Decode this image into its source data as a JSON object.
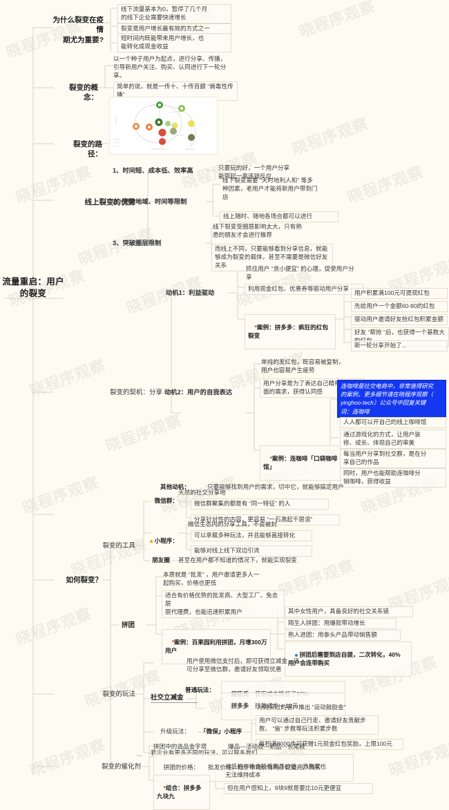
{
  "root": {
    "title": "流量重启：用户\n的裂变"
  },
  "branches": {
    "b1": {
      "label": "为什么裂变在疫情\n期尤为重要?"
    },
    "b2": {
      "label": "裂变的概念："
    },
    "b3": {
      "label": "裂变的路径："
    },
    "b4": {
      "label": "线上裂变的优势"
    },
    "b5": {
      "label": "裂变的契机：分享"
    },
    "b6": {
      "label": "裂变的工具"
    },
    "b7": {
      "label": "如何裂变？"
    },
    "b8": {
      "label": "裂变的玩法"
    },
    "b9": {
      "label": "裂变的催化剂"
    }
  },
  "why": {
    "items": [
      "线下流量基本为0，暂停了几个月\n的线下企业需要快速增长",
      "裂变是用户增长最有效的方式之一",
      "短时间内既能带来用户增长，也\n能转化成现金收益"
    ]
  },
  "concept": {
    "items": [
      "以一个种子用户为起点，进行分享、传播，\n引导新用户关注、购买、认同进行下一轮分\n享。",
      "简单的说，就是一传十、十传百额 “病毒性传\n播”"
    ]
  },
  "advantage": {
    "items": [
      {
        "title": "1、时间短、成本低、效率高",
        "notes": [
          "只要玩的好，一个用户分享\n能带起一串连锁反应"
        ]
      },
      {
        "title": "2、突破地域、时间等限制",
        "notes": [
          "线下裂变需要 “天时地利人和” 等多\n种因素，老用户才能将新用户带到门\n店",
          "线上随时、随地各场合都可以进行"
        ]
      },
      {
        "title": "3、突破圈层限制",
        "notes": [
          "线下裂变受圈层影响太大，只有熟\n悉的朋友才会进行推荐",
          "而线上不同，只要能够看到分享信息，就能\n够成为裂变的载体，甚至不需要是微信好友\n关系"
        ]
      }
    ]
  },
  "motive1": {
    "label": "动机1：利益驱动",
    "notes": [
      "抓住用户 “贪小便宜” 的心理，促使用户分\n享",
      "利用现金红包、优惠券等驱动用户分享"
    ],
    "case": {
      "label": "案例：拼多多：疯狂的红包裂变",
      "steps": [
        "用户积累满100元可提现红包",
        "先给用户一个金额60-80的红包",
        "驱动用户邀请好友抢红包积累金额",
        "好友 “帮抢 “后，也获得一个基数大的红包",
        "新一轮分享开始了..."
      ]
    }
  },
  "motive2": {
    "label": "动机2：用户的自我表达",
    "notes": [
      "单纯的发红包，既容易被复制，\n用户也容易产生疲劳",
      "用户分享是为了表达自己精神层\n面的需求，获得认同感"
    ],
    "case": {
      "label": "案例：连咖啡「口袋咖啡馆」",
      "highlight": "连咖啡是社交电商中，非常值得研究\n的案例，更多细节请在晓程序观察（\nyinghoo-tech）公众号中回复关键\n词：连咖啡",
      "steps": [
        "人人都可以开自己的线上咖啡馆",
        "通过游戏化的方式，让用户装\n修、成长、体现自己的审美",
        "每当用户分享到社交群，是在分\n享自己的作品",
        "同时，用户也能帮助连咖啡分\n销咖啡，获得收益"
      ]
    }
  },
  "motive_other": {
    "label": "其他动机：",
    "note": "只要能够找到用户的需求，切中它，就能够搞定用户"
  },
  "tools": {
    "items": [
      {
        "label": "微信群：",
        "notes": [
          "天然的社交分享地",
          "微信群聚集的都是有 “同一特征” 的人",
          "分享针对性的内容，更容易 “一石激起千层浪”"
        ]
      },
      {
        "label": "小程序：",
        "dot": "orange",
        "notes": [
          "微信生态内的分享工具，不会被封",
          "可以承载多种玩法，并且能够直接转化",
          "能够对线上线下双边引流"
        ]
      },
      {
        "label": "朋友圈",
        "notes": [
          "甚至在用户都不知道的情况下，就能实现裂变"
        ]
      }
    ]
  },
  "pintuan": {
    "label": "拼团",
    "notes": [
      "本质就是 “批发” ，用户邀请更多人一\n起购买，价格也更低",
      "适合有价格优势的批发商、大型工厂、免去层\n层代理费，也能迅速积累用户"
    ],
    "case": {
      "label": "案例：百果园利用拼团，月增300万用户",
      "points": [
        "其中女性用户，具备良好的社交关系链",
        "陌生人拼团：用爆款带动增长",
        "熟人进团：用拳头产品带动销售额"
      ],
      "highlight": "拼团后需要到店自提，二次转化，40%\n用户会连带购买"
    }
  },
  "lijianjin": {
    "label": "社交立减金",
    "note": "用户使用微信支付后，即可获得立减金，还\n可分享至微信群，邀请好友领取优惠",
    "normal": {
      "label": "普通玩法：",
      "rows": [
        {
          "brand": "屈臣氏",
          "value": "获客成本降低了97%"
        },
        {
          "brand": "拼多多",
          "value": "拉新成本 < 10元"
        }
      ]
    },
    "upgrade": {
      "label": "升级玩法：",
      "sub": "「微保」小程序",
      "points": [
        "为购买过的客户推出 “运动鼓励金”",
        "用户可以通过自己行走、邀请好友贡献步\n数、 “偷” 步数等玩法积累步数",
        "每积满8000步可获赠1元现金红包奖励，上限100元"
      ]
    },
    "more": {
      "mark": "...",
      "text": "若企业有更多不同的玩法，可以联系我们"
    }
  },
  "catalyst": {
    "items": [
      {
        "label": "拼团中的选品金字塔",
        "note": "爆品—活动款—新品—长尾款"
      },
      {
        "label": "拼团的价格：",
        "note": "批发价格，低于市场价有利于促进用户购买"
      }
    ],
    "case": {
      "label": "组合：拼多多九块九",
      "points": [
        "过低的价格会贬低商品价值，且商家也\n无法维持成本",
        "但在用户感知上，9块9就是要比10元更便宜"
      ]
    }
  },
  "watermark": {
    "text": "晓程序观察"
  },
  "colors": {
    "background": "#fdfbf2",
    "line": "#d9d4c7",
    "highlight_blue": "#1437f0",
    "bullet_red": "#d0352b",
    "bullet_orange": "#f0a500"
  }
}
